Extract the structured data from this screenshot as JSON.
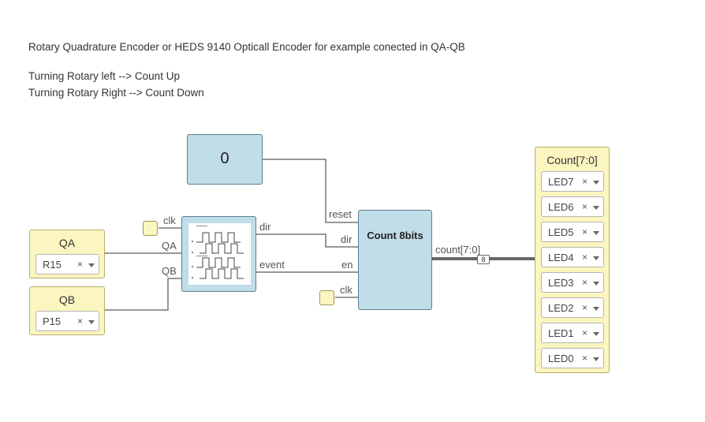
{
  "notes": {
    "line1": "Rotary Quadrature Encoder or HEDS 9140 Opticall Encoder for example conected in QA-QB",
    "line2": "Turning Rotary left --> Count Up",
    "line3": "Turning Rotary Right --> Count Down"
  },
  "constant_block": {
    "value": "0"
  },
  "inputs": [
    {
      "title": "QA",
      "pin": "R15"
    },
    {
      "title": "QB",
      "pin": "P15"
    }
  ],
  "decoder": {
    "clk_label": "clk",
    "in_a": "QA",
    "in_b": "QB",
    "out_dir": "dir",
    "out_event": "event"
  },
  "counter": {
    "title": "Count 8bits",
    "in_reset": "reset",
    "in_dir": "dir",
    "in_en": "en",
    "in_clk": "clk"
  },
  "bus": {
    "label": "count[7:0]",
    "width": "8"
  },
  "output": {
    "title": "Count[7:0]",
    "pins": [
      "LED7",
      "LED6",
      "LED5",
      "LED4",
      "LED3",
      "LED2",
      "LED1",
      "LED0"
    ]
  },
  "select_clear_glyph": "×",
  "colors": {
    "block_fill": "#c0dde9",
    "io_fill": "#fbf5c0",
    "wire": "#777777"
  }
}
